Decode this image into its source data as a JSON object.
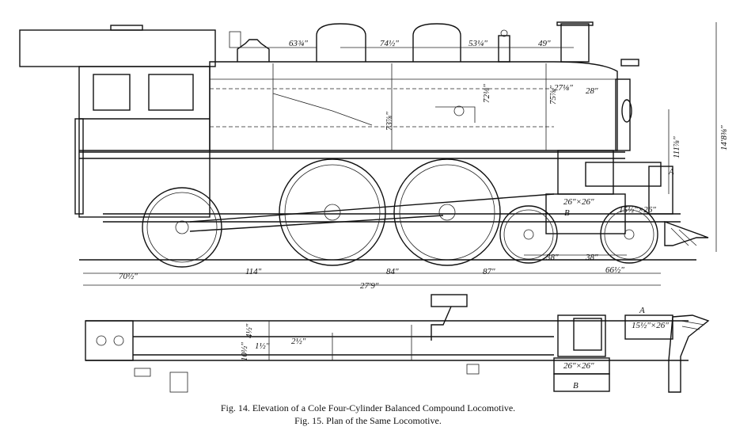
{
  "figure": {
    "caption_line1": "Fig. 14.   Elevation of a Cole Four-Cylinder Balanced Compound Locomotive.",
    "caption_line2": "Fig. 15.   Plan of the Same Locomotive."
  },
  "elevation_dimensions": {
    "dome_spacing": [
      "63¾\"",
      "74½\"",
      "53¼\"",
      "49\""
    ],
    "front_end": [
      "27⅛\"",
      "28\"",
      "75⅞\"",
      "72⅛\""
    ],
    "boiler_height": "73⅞\"",
    "overall_height": "14'8⅜\"",
    "side_height": "111⅞\"",
    "cylinders": "26\"×26\"",
    "hp_cylinders": "15½\"×26\"",
    "truck_spacing": [
      "38\"",
      "38\""
    ],
    "wheelbase": [
      "70½\"",
      "114\"",
      "84\"",
      "87\"",
      "66½\""
    ],
    "total_length": "27'9\"",
    "callouts": [
      "A",
      "B"
    ]
  },
  "plan_dimensions": {
    "labels": [
      "4½\"",
      "10½\"",
      "1½\"",
      "2½\""
    ],
    "cylinders": "26\"×26\"",
    "hp_cylinders": "15½\"×26\"",
    "callouts": [
      "A",
      "B"
    ]
  }
}
